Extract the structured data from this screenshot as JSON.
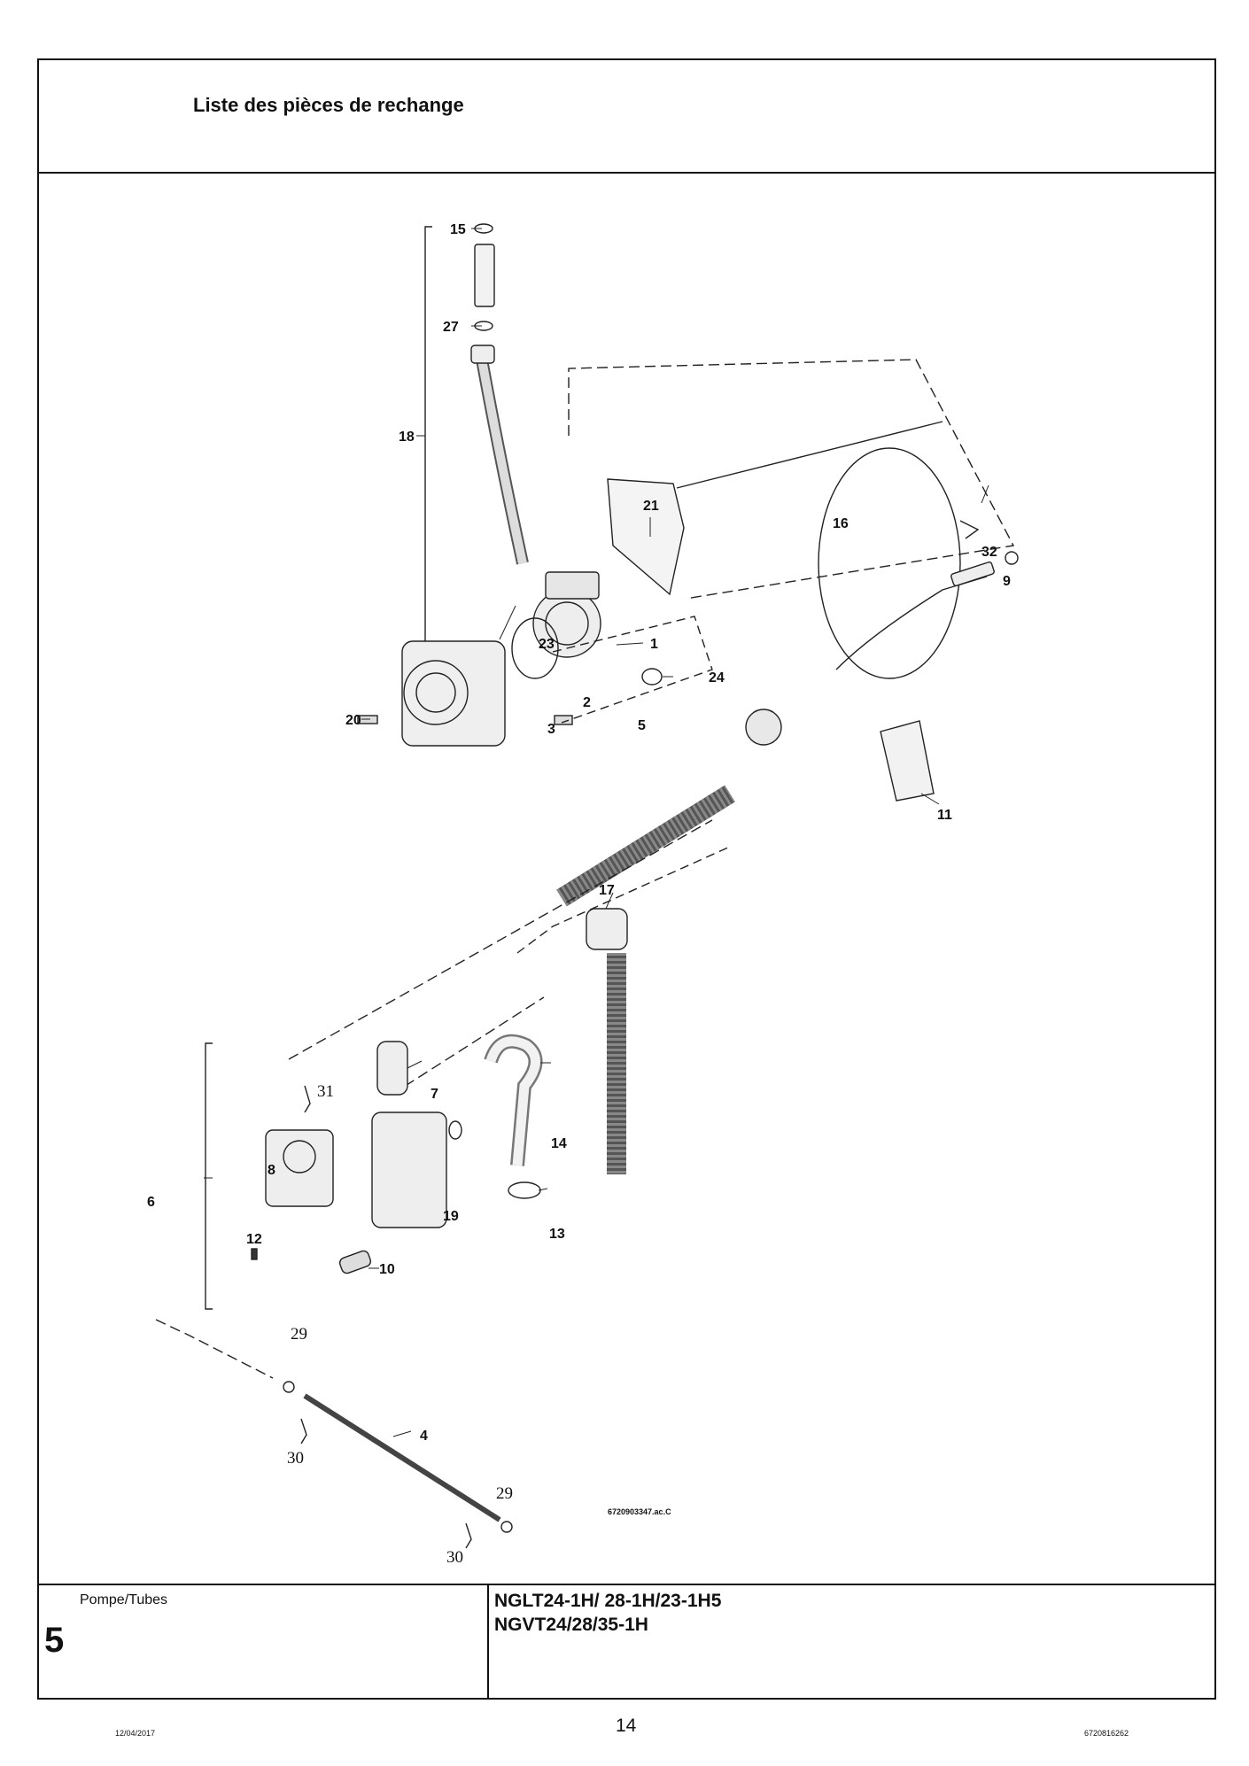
{
  "header": {
    "title": "Liste des pièces de rechange"
  },
  "diagram": {
    "labels": {
      "p1": "1",
      "p2": "2",
      "p3": "3",
      "p4": "4",
      "p5": "5",
      "p6": "6",
      "p7": "7",
      "p8": "8",
      "p9": "9",
      "p10": "10",
      "p11": "11",
      "p12": "12",
      "p13": "13",
      "p14": "14",
      "p15": "15",
      "p16": "16",
      "p17": "17",
      "p18": "18",
      "p19": "19",
      "p20": "20",
      "p21": "21",
      "p23": "23",
      "p24": "24",
      "p27": "27",
      "p29a": "29",
      "p29b": "29",
      "p30a": "30",
      "p30b": "30",
      "p31": "31",
      "p32": "32"
    },
    "drawing_ref": "6720903347.ac.C"
  },
  "footer": {
    "section_name": "Pompe/Tubes",
    "section_number": "5",
    "model_line_1": "NGLT24-1H/ 28-1H/23-1H5",
    "model_line_2": "NGVT24/28/35-1H"
  },
  "page_footer": {
    "date": "12/04/2017",
    "page_number": "14",
    "doc_number": "6720816262"
  }
}
